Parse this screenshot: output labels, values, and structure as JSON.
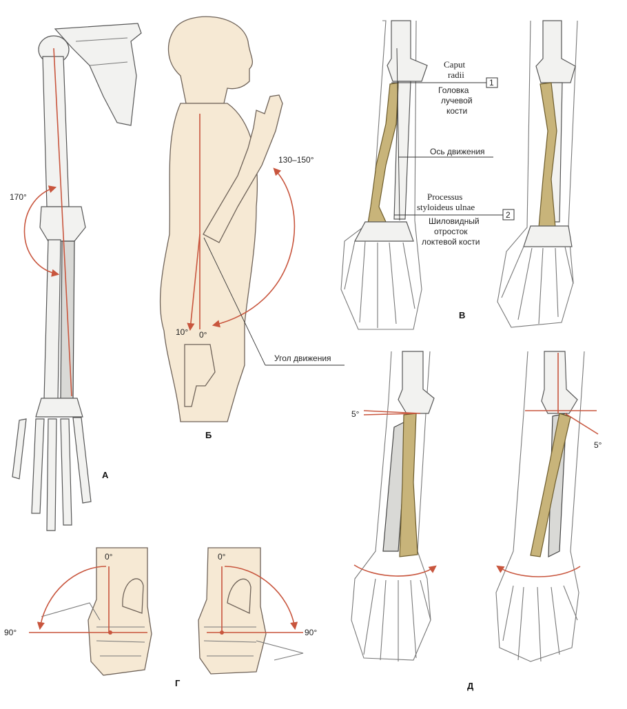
{
  "colors": {
    "accent": "#c8553d",
    "radius_bone": "#c8b47a",
    "skin": "#f6e9d4"
  },
  "panels": {
    "A": {
      "letter": "А",
      "angle": "170°"
    },
    "B": {
      "letter": "Б",
      "angle_range": "130–150°",
      "angle_10": "10°",
      "angle_0": "0°",
      "caption": "Угол движения"
    },
    "V": {
      "letter": "В",
      "caput_latin_1": "Caput",
      "caput_latin_2": "radii",
      "caput_ru_1": "Головка",
      "caput_ru_2": "лучевой",
      "caput_ru_3": "кости",
      "box1": "1",
      "axis": "Ось движения",
      "proc_latin_1": "Processus",
      "proc_latin_2": "styloideus ulnae",
      "proc_ru_1": "Шиловидный",
      "proc_ru_2": "отросток",
      "proc_ru_3": "локтевой кости",
      "box2": "2"
    },
    "G": {
      "letter": "Г",
      "left_top": "0°",
      "left_side": "90°",
      "right_top": "0°",
      "right_side": "90°"
    },
    "D": {
      "letter": "Д",
      "left_angle": "5°",
      "right_angle": "5°"
    }
  }
}
